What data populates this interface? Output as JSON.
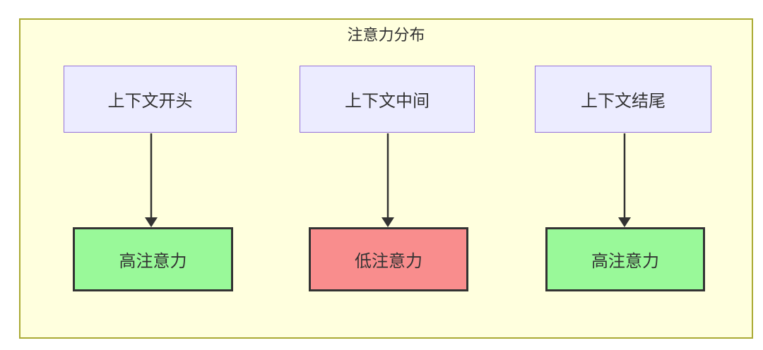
{
  "diagram": {
    "title": "注意力分布",
    "colors": {
      "container_fill": "#ffffde",
      "container_stroke": "#aaaa33",
      "source_fill": "#ececff",
      "source_stroke": "#9370db",
      "high_fill": "#99f999",
      "low_fill": "#f98d8d",
      "result_stroke": "#333333",
      "arrow": "#333333",
      "text": "#333333"
    },
    "columns": [
      {
        "source": "上下文开头",
        "result": "高注意力",
        "level": "high",
        "result_fill": "#99f999"
      },
      {
        "source": "上下文中间",
        "result": "低注意力",
        "level": "low",
        "result_fill": "#f98d8d"
      },
      {
        "source": "上下文结尾",
        "result": "高注意力",
        "level": "high",
        "result_fill": "#99f999"
      }
    ]
  }
}
